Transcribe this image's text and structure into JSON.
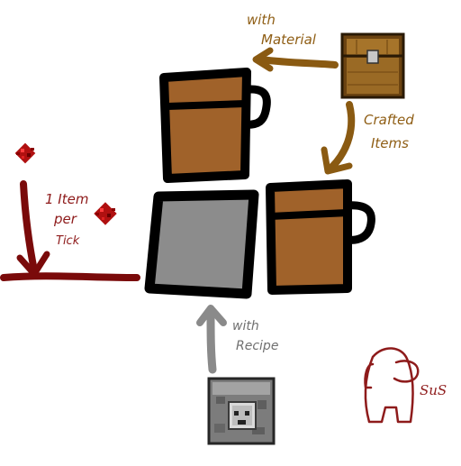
{
  "labels": {
    "with_material": [
      "with",
      "Material"
    ],
    "crafted_items": [
      "Crafted",
      "Items"
    ],
    "item_per_tick": [
      "1 Item",
      "per",
      "Tick"
    ],
    "with_recipe": [
      "with",
      "Recipe"
    ],
    "sus": "SuS"
  },
  "icons": {
    "chest": "chest-icon",
    "dropper": "dropper-icon",
    "redstone": "redstone-dust-icon",
    "crewmate": "crewmate-doodle-icon"
  },
  "colors": {
    "brown_arrow": "#8a5a12",
    "brown_text": "#8f5e15",
    "gray_arrow": "#8a8a8a",
    "gray_text": "#707070",
    "red_arrow": "#7a0a0a",
    "red_text": "#8e1b1b",
    "mug_fill": "#a0622a",
    "mug_gray_fill": "#8c8c8c",
    "outline": "#000000"
  }
}
